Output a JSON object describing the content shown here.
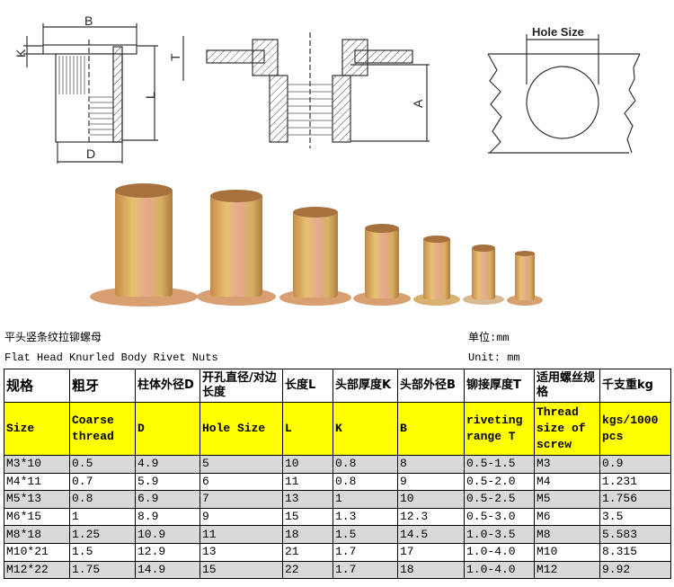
{
  "diagrams": {
    "left_labels": {
      "B": "B",
      "K": "K",
      "L": "L",
      "D": "D",
      "T": "T"
    },
    "middle_labels": {
      "A": "A"
    },
    "right_label": "Hole Size"
  },
  "photo": {
    "description": "Seven flat head knurled body rivet nuts in decreasing size, yellow zinc plated",
    "count": 7
  },
  "captions": {
    "title_cn": "平头竖条纹拉铆螺母",
    "title_en": "Flat Head Knurled Body Rivet Nuts",
    "unit_cn": "单位:mm",
    "unit_en": "Unit: mm"
  },
  "table": {
    "header_cn": [
      "规格",
      "粗牙",
      "柱体外径D",
      "开孔直径/对边长度",
      "长度L",
      "头部厚度K",
      "头部外径B",
      "铆接厚度T",
      "适用螺丝规格",
      "千支重kg"
    ],
    "header_en": [
      "Size",
      "Coarse thread",
      "D",
      "Hole Size",
      "L",
      "K",
      "B",
      "riveting range T",
      "Thread size of screw",
      "kgs/1000 pcs"
    ],
    "rows": [
      [
        "M3*10",
        "0.5",
        "4.9",
        "5",
        "10",
        "0.8",
        "8",
        "0.5-1.5",
        "M3",
        "0.9"
      ],
      [
        "M4*11",
        "0.7",
        "5.9",
        "6",
        "11",
        "0.8",
        "9",
        "0.5-2.0",
        "M4",
        "1.231"
      ],
      [
        "M5*13",
        "0.8",
        "6.9",
        "7",
        "13",
        "1",
        "10",
        "0.5-2.5",
        "M5",
        "1.756"
      ],
      [
        "M6*15",
        "1",
        "8.9",
        "9",
        "15",
        "1.3",
        "12.3",
        "0.5-3.0",
        "M6",
        "3.5"
      ],
      [
        "M8*18",
        "1.25",
        "10.9",
        "11",
        "18",
        "1.5",
        "14.5",
        "1.0-3.5",
        "M8",
        "5.583"
      ],
      [
        "M10*21",
        "1.5",
        "12.9",
        "13",
        "21",
        "1.7",
        "17",
        "1.0-4.0",
        "M10",
        "8.315"
      ],
      [
        "M12*22",
        "1.75",
        "14.9",
        "15",
        "22",
        "1.7",
        "18",
        "1.0-4.0",
        "M12",
        "9.92"
      ]
    ]
  },
  "colors": {
    "header_en_bg": "#ffff00",
    "row_shade": "#d9d9d9"
  }
}
